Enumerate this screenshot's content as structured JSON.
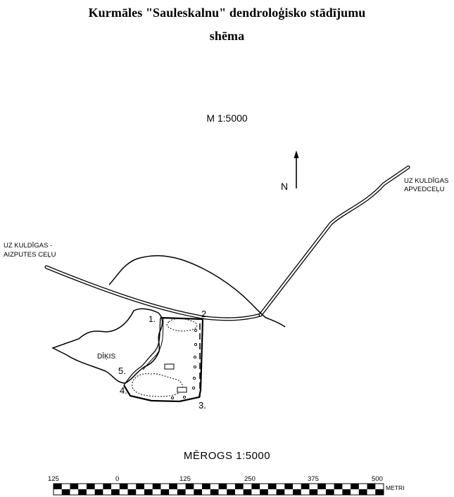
{
  "title": {
    "line1": "Kurmāles \"Sauleskalnu\" dendroloģisko stādījumu",
    "line2": "shēma"
  },
  "scale_text_top": "M 1:5000",
  "north_label": "N",
  "roads": {
    "to_kuldiga_bypass_line1": "UZ KULDĪGAS",
    "to_kuldiga_bypass_line2": "APVEDCEĻU",
    "to_kuldiga_aizpute_line1": "UZ KULDĪGAS -",
    "to_kuldiga_aizpute_line2": "AIZPUTES CEĻU"
  },
  "pond_label": "DĪĶIS",
  "points": [
    "1.",
    "2.",
    "3.",
    "4.",
    "5."
  ],
  "scale_bar": {
    "title": "MĒROGS  1:5000",
    "ticks": [
      "125",
      "0",
      "125",
      "250",
      "375",
      "500"
    ],
    "unit": "METRI"
  }
}
